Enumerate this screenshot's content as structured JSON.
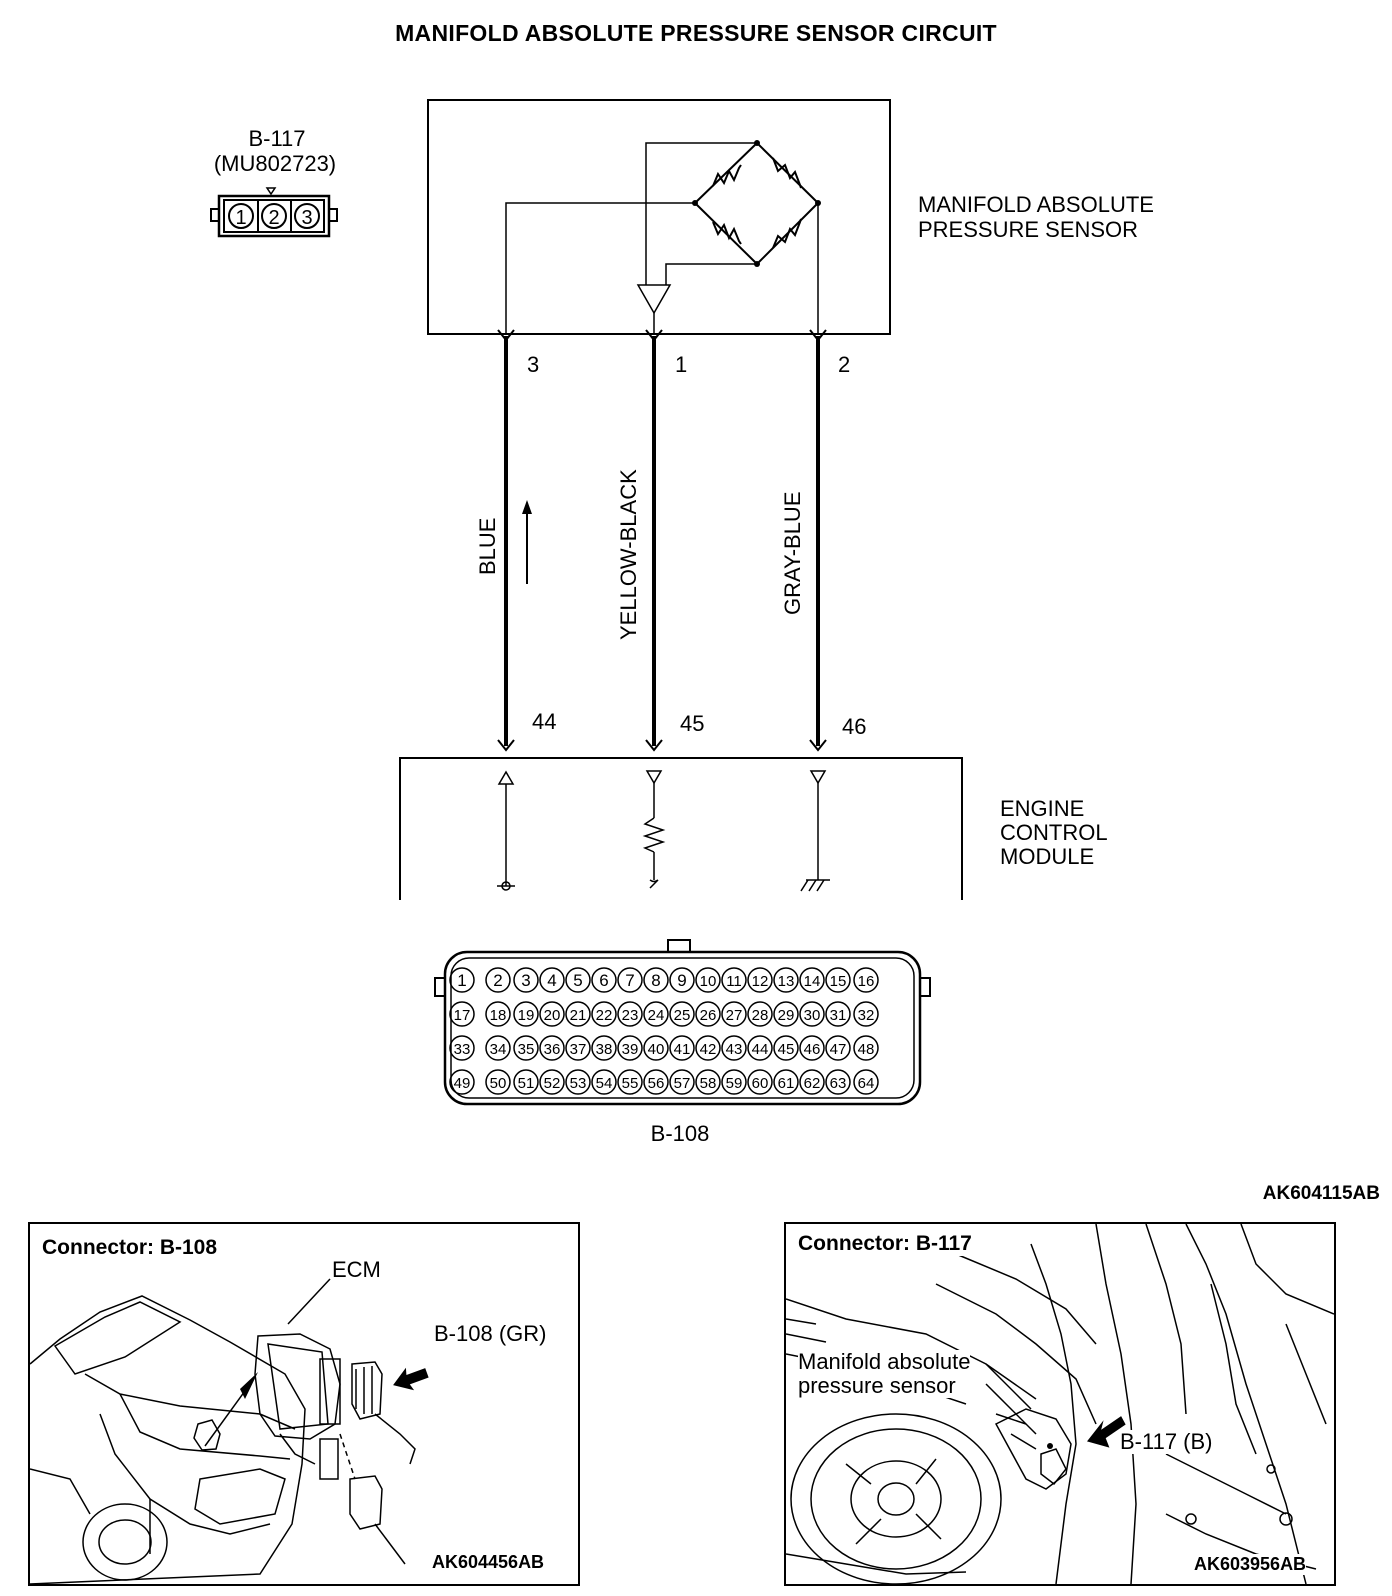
{
  "title": "MANIFOLD ABSOLUTE PRESSURE SENSOR CIRCUIT",
  "connector_b117": {
    "id": "B-117",
    "part_number": "(MU802723)",
    "pins": [
      "1",
      "2",
      "3"
    ]
  },
  "sensor": {
    "label_line1": "MANIFOLD ABSOLUTE",
    "label_line2": "PRESSURE SENSOR"
  },
  "wires": [
    {
      "sensor_pin": "3",
      "ecm_pin": "44",
      "color": "BLUE"
    },
    {
      "sensor_pin": "1",
      "ecm_pin": "45",
      "color": "YELLOW-BLACK"
    },
    {
      "sensor_pin": "2",
      "ecm_pin": "46",
      "color": "GRAY-BLUE"
    }
  ],
  "ecm": {
    "label_line1": "ENGINE",
    "label_line2": "CONTROL",
    "label_line3": "MODULE"
  },
  "connector_b108": {
    "id": "B-108",
    "pin_count": 64
  },
  "figure_code": "AK604115AB",
  "panel_left": {
    "title": "Connector: B-108",
    "ecm_label": "ECM",
    "connector_label": "B-108 (GR)",
    "code": "AK604456AB"
  },
  "panel_right": {
    "title": "Connector: B-117",
    "sensor_label_line1": "Manifold absolute",
    "sensor_label_line2": "pressure sensor",
    "connector_label": "B-117 (B)",
    "code": "AK603956AB"
  }
}
